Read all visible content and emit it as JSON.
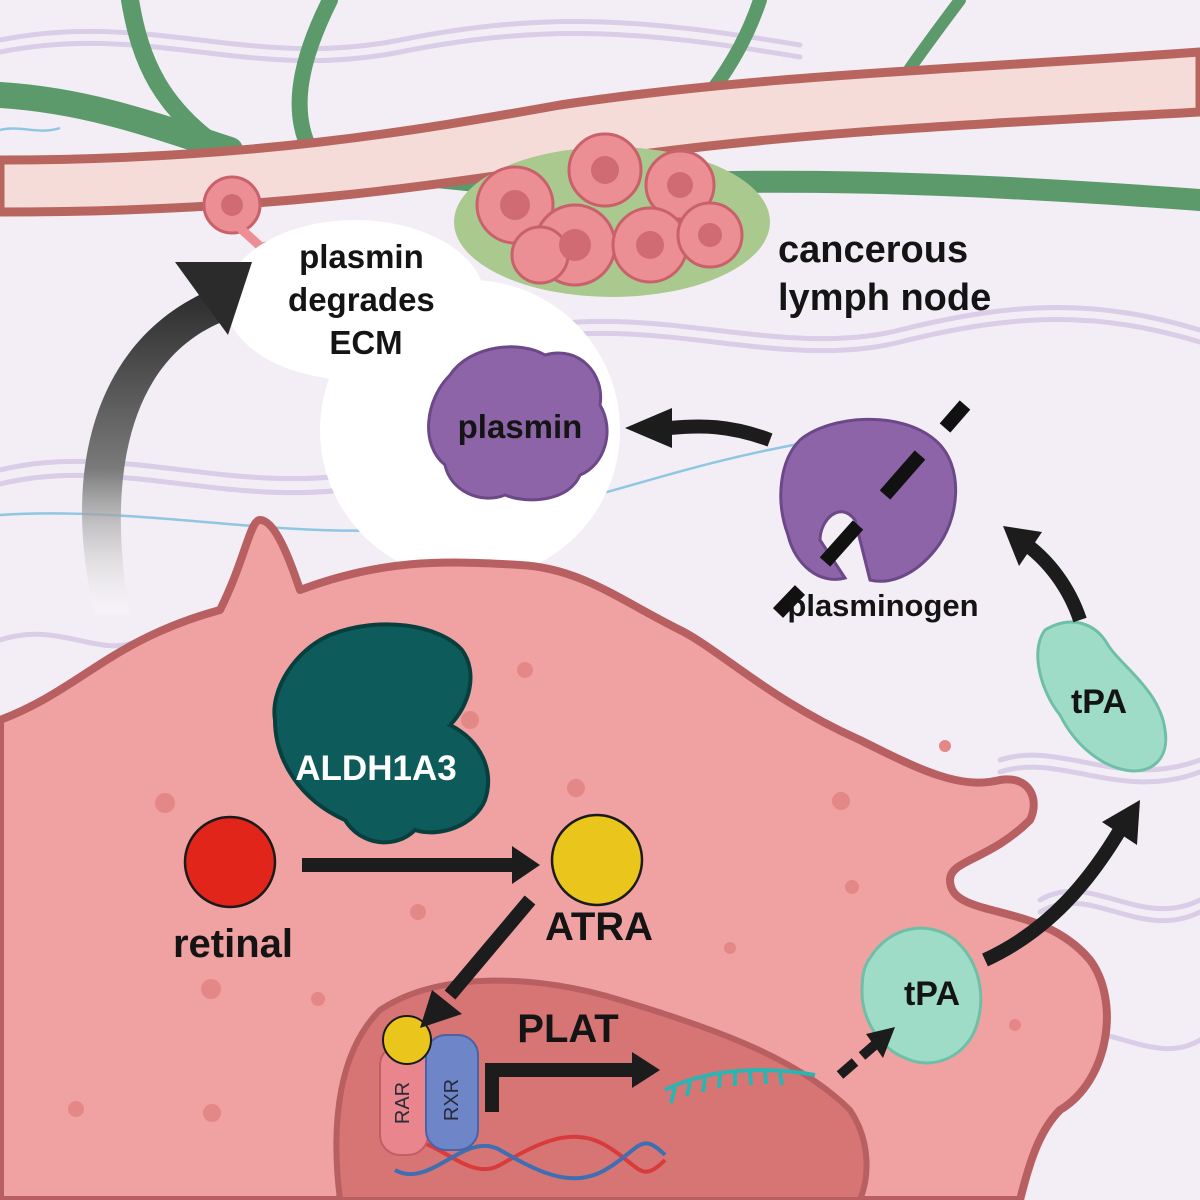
{
  "labels": {
    "plasmin_degrades": [
      "plasmin",
      "degrades",
      "ECM"
    ],
    "cancerous_lymph_node": [
      "cancerous",
      "lymph node"
    ],
    "plasmin": "plasmin",
    "plasminogen": "plasminogen",
    "tpa_upper": "tPA",
    "tpa_lower": "tPA",
    "aldh1a3": "ALDH1A3",
    "retinal": "retinal",
    "atra": "ATRA",
    "plat": "PLAT",
    "rar": "RAR",
    "rxr": "RXR"
  },
  "colors": {
    "background": "#f3eef5",
    "vessel_fill": "#f6dcd8",
    "vessel_wall": "#b9655f",
    "lymph_vessel": "#5c9a6c",
    "lymph_node": "#a9c98e",
    "cell_fill": "#f0a2a2",
    "cell_outline": "#b85f62",
    "nucleus": "#d77575",
    "tumor_cell": "#eb8f95",
    "plasmin": "#8d64a8",
    "tpa": "#9fdcc7",
    "aldh1a3": "#0d5c5b",
    "retinal": "#e2251a",
    "atra": "#eac51c",
    "rar": "#e9858c",
    "rxr": "#6e86c8",
    "mrna": "#2cb4b0",
    "dna_red": "#d83b3b",
    "dna_blue": "#3d6fb2",
    "ecm_fiber": "#d8cde6",
    "arrow": "#1c1c1c"
  }
}
